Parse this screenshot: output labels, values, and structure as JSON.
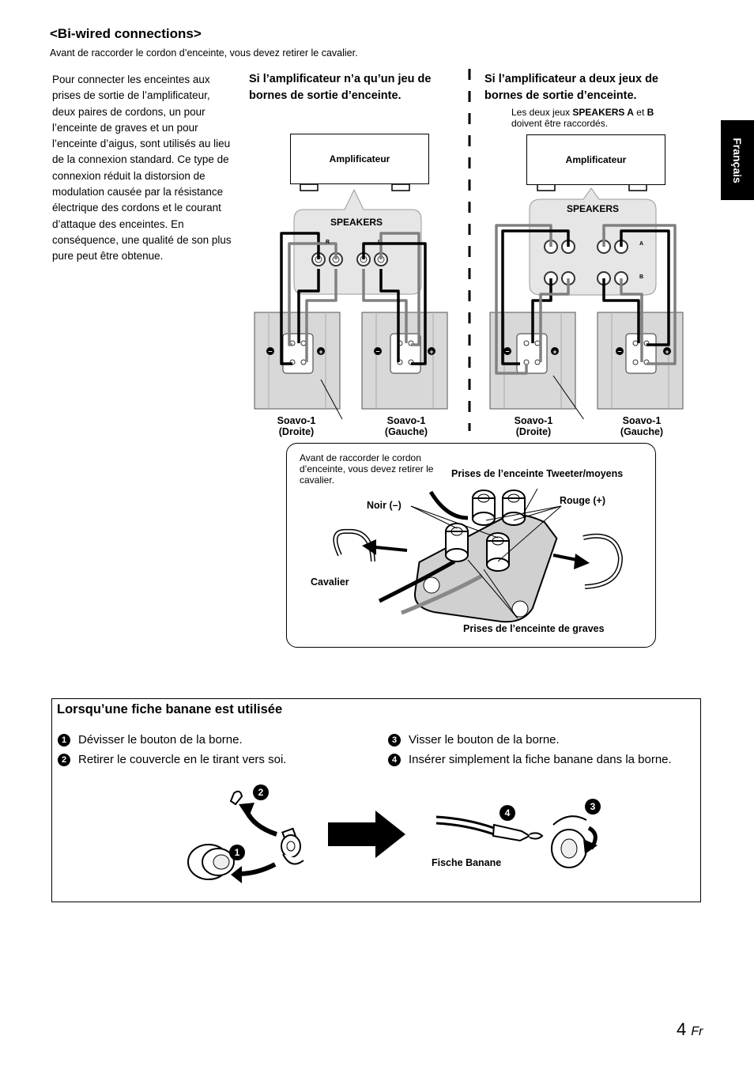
{
  "section": {
    "title": "<Bi-wired connections>",
    "intro": "Avant de raccorder le cordon d’enceinte, vous devez retirer le cavalier.",
    "body": "Pour connecter les enceintes aux prises de sortie de l’amplificateur, deux paires de cordons, un pour l’enceinte de graves et un pour l’enceinte d’aigus, sont utilisés au lieu de la connexion standard. Ce type de connexion réduit la distorsion de modulation causée par la résistance électrique des cordons et le courant d’attaque des enceintes. En conséquence, une qualité de son plus pure peut être obtenue."
  },
  "language_tab": "Français",
  "col1": {
    "heading": "Si l’amplificateur n’a qu’un jeu de bornes de sortie d’enceinte.",
    "amp": "Amplificateur",
    "panel": "SPEAKERS",
    "r": "R",
    "l": "L",
    "speaker_right": "Soavo-1",
    "speaker_right_sub": "(Droite)",
    "speaker_left": "Soavo-1",
    "speaker_left_sub": "(Gauche)"
  },
  "col2": {
    "heading": "Si l’amplificateur a deux jeux de bornes de sortie d’enceinte.",
    "note_pre": "Les deux jeux ",
    "note_bold1": "SPEAKERS A",
    "note_mid": " et ",
    "note_bold2": "B",
    "note_post": "doivent être raccordés.",
    "amp": "Amplificateur",
    "panel": "SPEAKERS",
    "a": "A",
    "b": "B",
    "speaker_right": "Soavo-1",
    "speaker_right_sub": "(Droite)",
    "speaker_left": "Soavo-1",
    "speaker_left_sub": "(Gauche)"
  },
  "detail": {
    "note": "Avant de raccorder le cordon d’enceinte, vous devez retirer le cavalier.",
    "tweeter": "Prises de l’enceinte Tweeter/moyens",
    "noir": "Noir (–)",
    "rouge": "Rouge (+)",
    "cavalier": "Cavalier",
    "graves": "Prises de l’enceinte de graves"
  },
  "banana": {
    "title": "Lorsqu’une fiche banane est utilisée",
    "steps": [
      {
        "n": "1",
        "text": "Dévisser le bouton de la borne."
      },
      {
        "n": "2",
        "text": "Retirer le couvercle en le tirant vers soi."
      },
      {
        "n": "3",
        "text": "Visser le bouton de la borne."
      },
      {
        "n": "4",
        "text": "Insérer simplement la fiche banane dans la borne."
      }
    ],
    "plug_label": "Fische Banane"
  },
  "page": {
    "number": "4",
    "suffix": "Fr"
  }
}
